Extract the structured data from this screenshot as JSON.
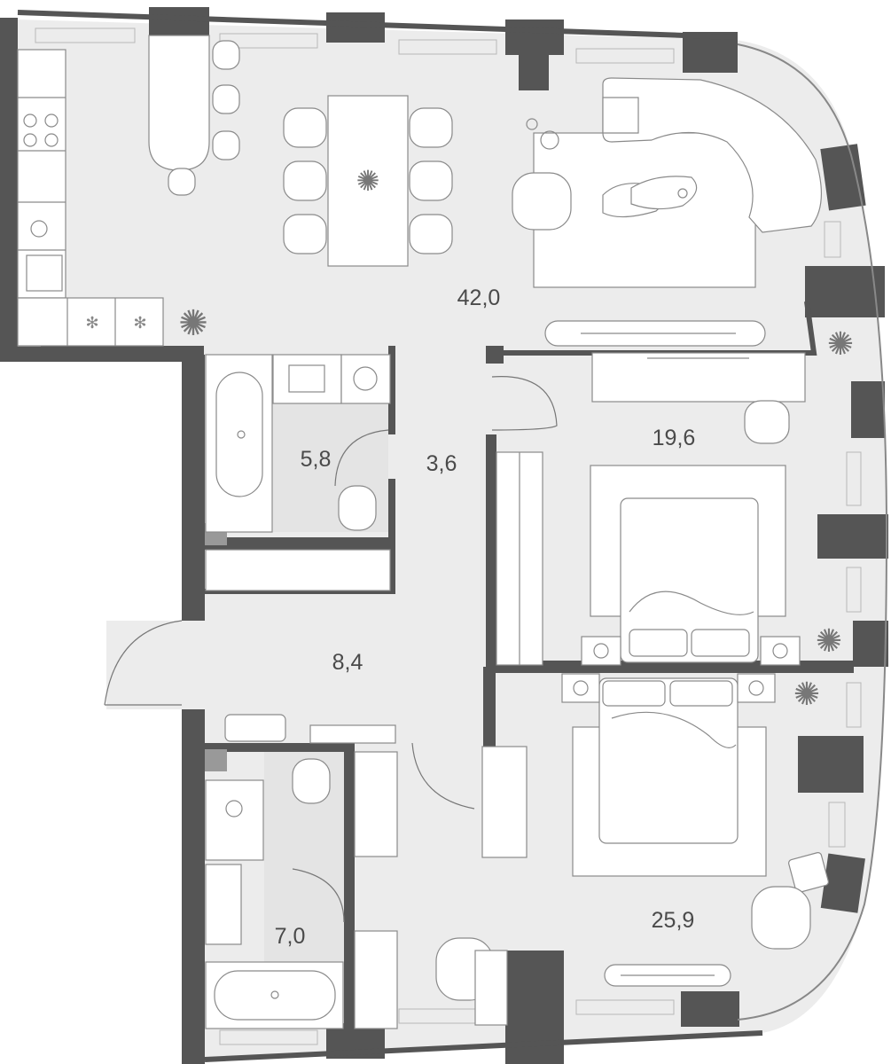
{
  "rooms": [
    {
      "id": "living-kitchen",
      "area": "42,0"
    },
    {
      "id": "bedroom-1",
      "area": "19,6"
    },
    {
      "id": "bathroom-1",
      "area": "5,8"
    },
    {
      "id": "hall-small",
      "area": "3,6"
    },
    {
      "id": "hall",
      "area": "8,4"
    },
    {
      "id": "bathroom-2",
      "area": "7,0"
    },
    {
      "id": "bedroom-master",
      "area": "25,9"
    }
  ],
  "colors": {
    "wall": "#555555",
    "floor": "#ececec",
    "furniture": "#ffffff",
    "outline": "#8a8a8a",
    "label": "#4a4a4a"
  }
}
